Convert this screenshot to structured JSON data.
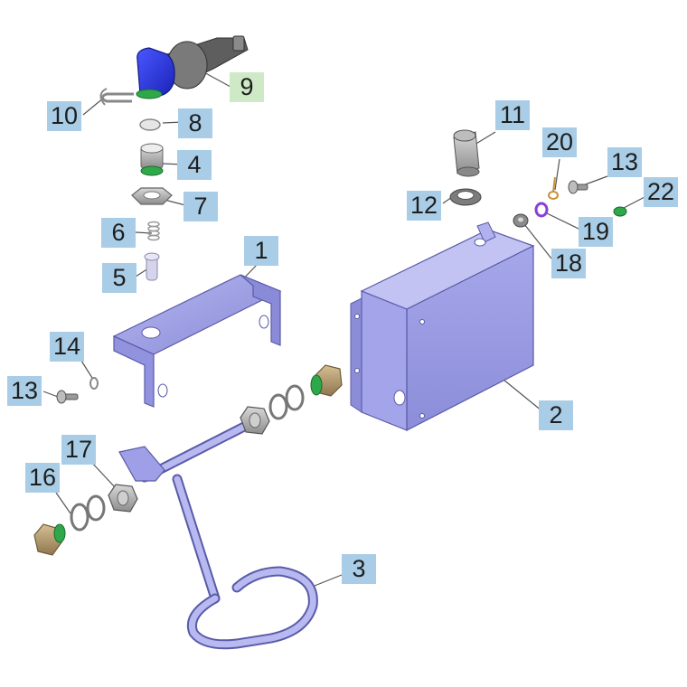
{
  "callouts": [
    {
      "id": "9",
      "text": "9",
      "highlighted": true
    },
    {
      "id": "10",
      "text": "10",
      "highlighted": false
    },
    {
      "id": "8",
      "text": "8",
      "highlighted": false
    },
    {
      "id": "4",
      "text": "4",
      "highlighted": false
    },
    {
      "id": "7",
      "text": "7",
      "highlighted": false
    },
    {
      "id": "6",
      "text": "6",
      "highlighted": false
    },
    {
      "id": "5",
      "text": "5",
      "highlighted": false
    },
    {
      "id": "1",
      "text": "1",
      "highlighted": false
    },
    {
      "id": "11",
      "text": "11",
      "highlighted": false
    },
    {
      "id": "12",
      "text": "12",
      "highlighted": false
    },
    {
      "id": "20",
      "text": "20",
      "highlighted": false
    },
    {
      "id": "13a",
      "text": "13",
      "highlighted": false
    },
    {
      "id": "22",
      "text": "22",
      "highlighted": false
    },
    {
      "id": "19",
      "text": "19",
      "highlighted": false
    },
    {
      "id": "18",
      "text": "18",
      "highlighted": false
    },
    {
      "id": "14",
      "text": "14",
      "highlighted": false
    },
    {
      "id": "13b",
      "text": "13",
      "highlighted": false
    },
    {
      "id": "2",
      "text": "2",
      "highlighted": false
    },
    {
      "id": "17",
      "text": "17",
      "highlighted": false
    },
    {
      "id": "16",
      "text": "16",
      "highlighted": false
    },
    {
      "id": "3",
      "text": "3",
      "highlighted": false
    }
  ],
  "colors": {
    "label_bg": "#a9cde6",
    "label_highlight_bg": "#cde9c6",
    "part_body": "#9d9ee6",
    "connector_blue": "#2836e8",
    "seal_green": "#2fa84a",
    "purple_ring": "#8a3fd6",
    "brass": "#b49a70",
    "cable_gray": "#6d6d6d"
  }
}
